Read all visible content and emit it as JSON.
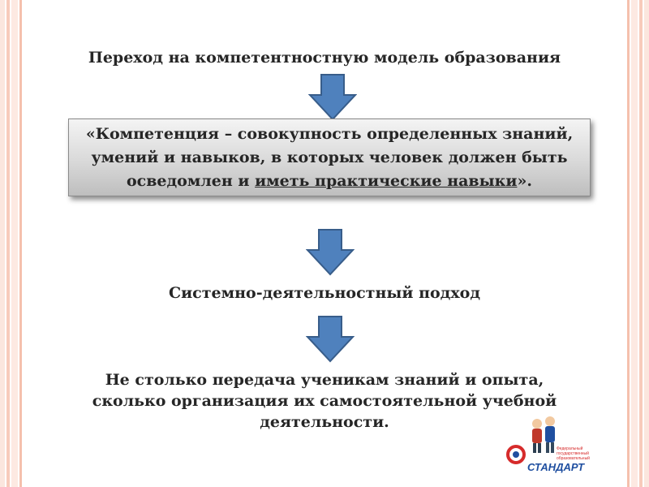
{
  "heading": "Переход на компетентностную модель образования",
  "definition_box": {
    "line1": "«Компетенция – совокупность определенных знаний,",
    "line2": "умений и навыков, в которых человек должен быть",
    "line3_prefix": "осведомлен и ",
    "line3_underlined": "иметь практические навыки",
    "line3_suffix": "»."
  },
  "approach": "Системно-деятельностный подход",
  "conclusion": {
    "line1": "Не столько передача ученикам знаний и опыта,",
    "line2": "сколько организация их самостоятельной учебной",
    "line3": "деятельности."
  },
  "logo": {
    "text_line1": "Федеральный",
    "text_line2": "государственный",
    "text_line3": "образовательный",
    "brand": "СТАНДАРТ"
  },
  "colors": {
    "arrow_fill": "#4f81bd",
    "arrow_stroke": "#385d8a",
    "stripe_light": "#fbe3da",
    "stripe_dark": "#f6c1ae",
    "logo_red": "#d62b2b",
    "logo_blue": "#1f4fa0"
  }
}
